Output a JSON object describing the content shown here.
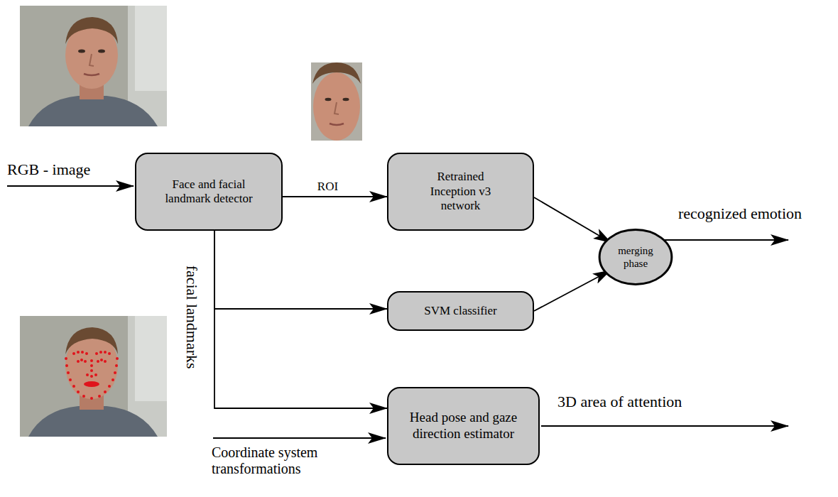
{
  "diagram": {
    "nodes": [
      {
        "text": [
          "Face and facial landmark detector"
        ]
      },
      {
        "text": [
          "Retrained Inception v3 network"
        ]
      },
      {
        "text": [
          "merging phase"
        ]
      },
      {
        "text": [
          "SVM classifier"
        ]
      },
      {
        "text": [
          "Head pose and gaze direction estimator"
        ]
      }
    ],
    "edges": [
      {
        "from": 0,
        "to": 1,
        "label": "ROI",
        "arrow": "to"
      },
      {
        "from": 1,
        "to": 2,
        "arrow": "to"
      },
      {
        "from": 0,
        "to": 3,
        "arrow": "to"
      },
      {
        "from": 3,
        "to": 2,
        "arrow": "to"
      },
      {
        "from": 0,
        "to": 4,
        "arrow": "to"
      }
    ],
    "labels": [
      "RGB - image",
      "facial landmarks",
      "recognized emotion",
      "3D area of attention",
      "Coordinate system transformations"
    ]
  }
}
